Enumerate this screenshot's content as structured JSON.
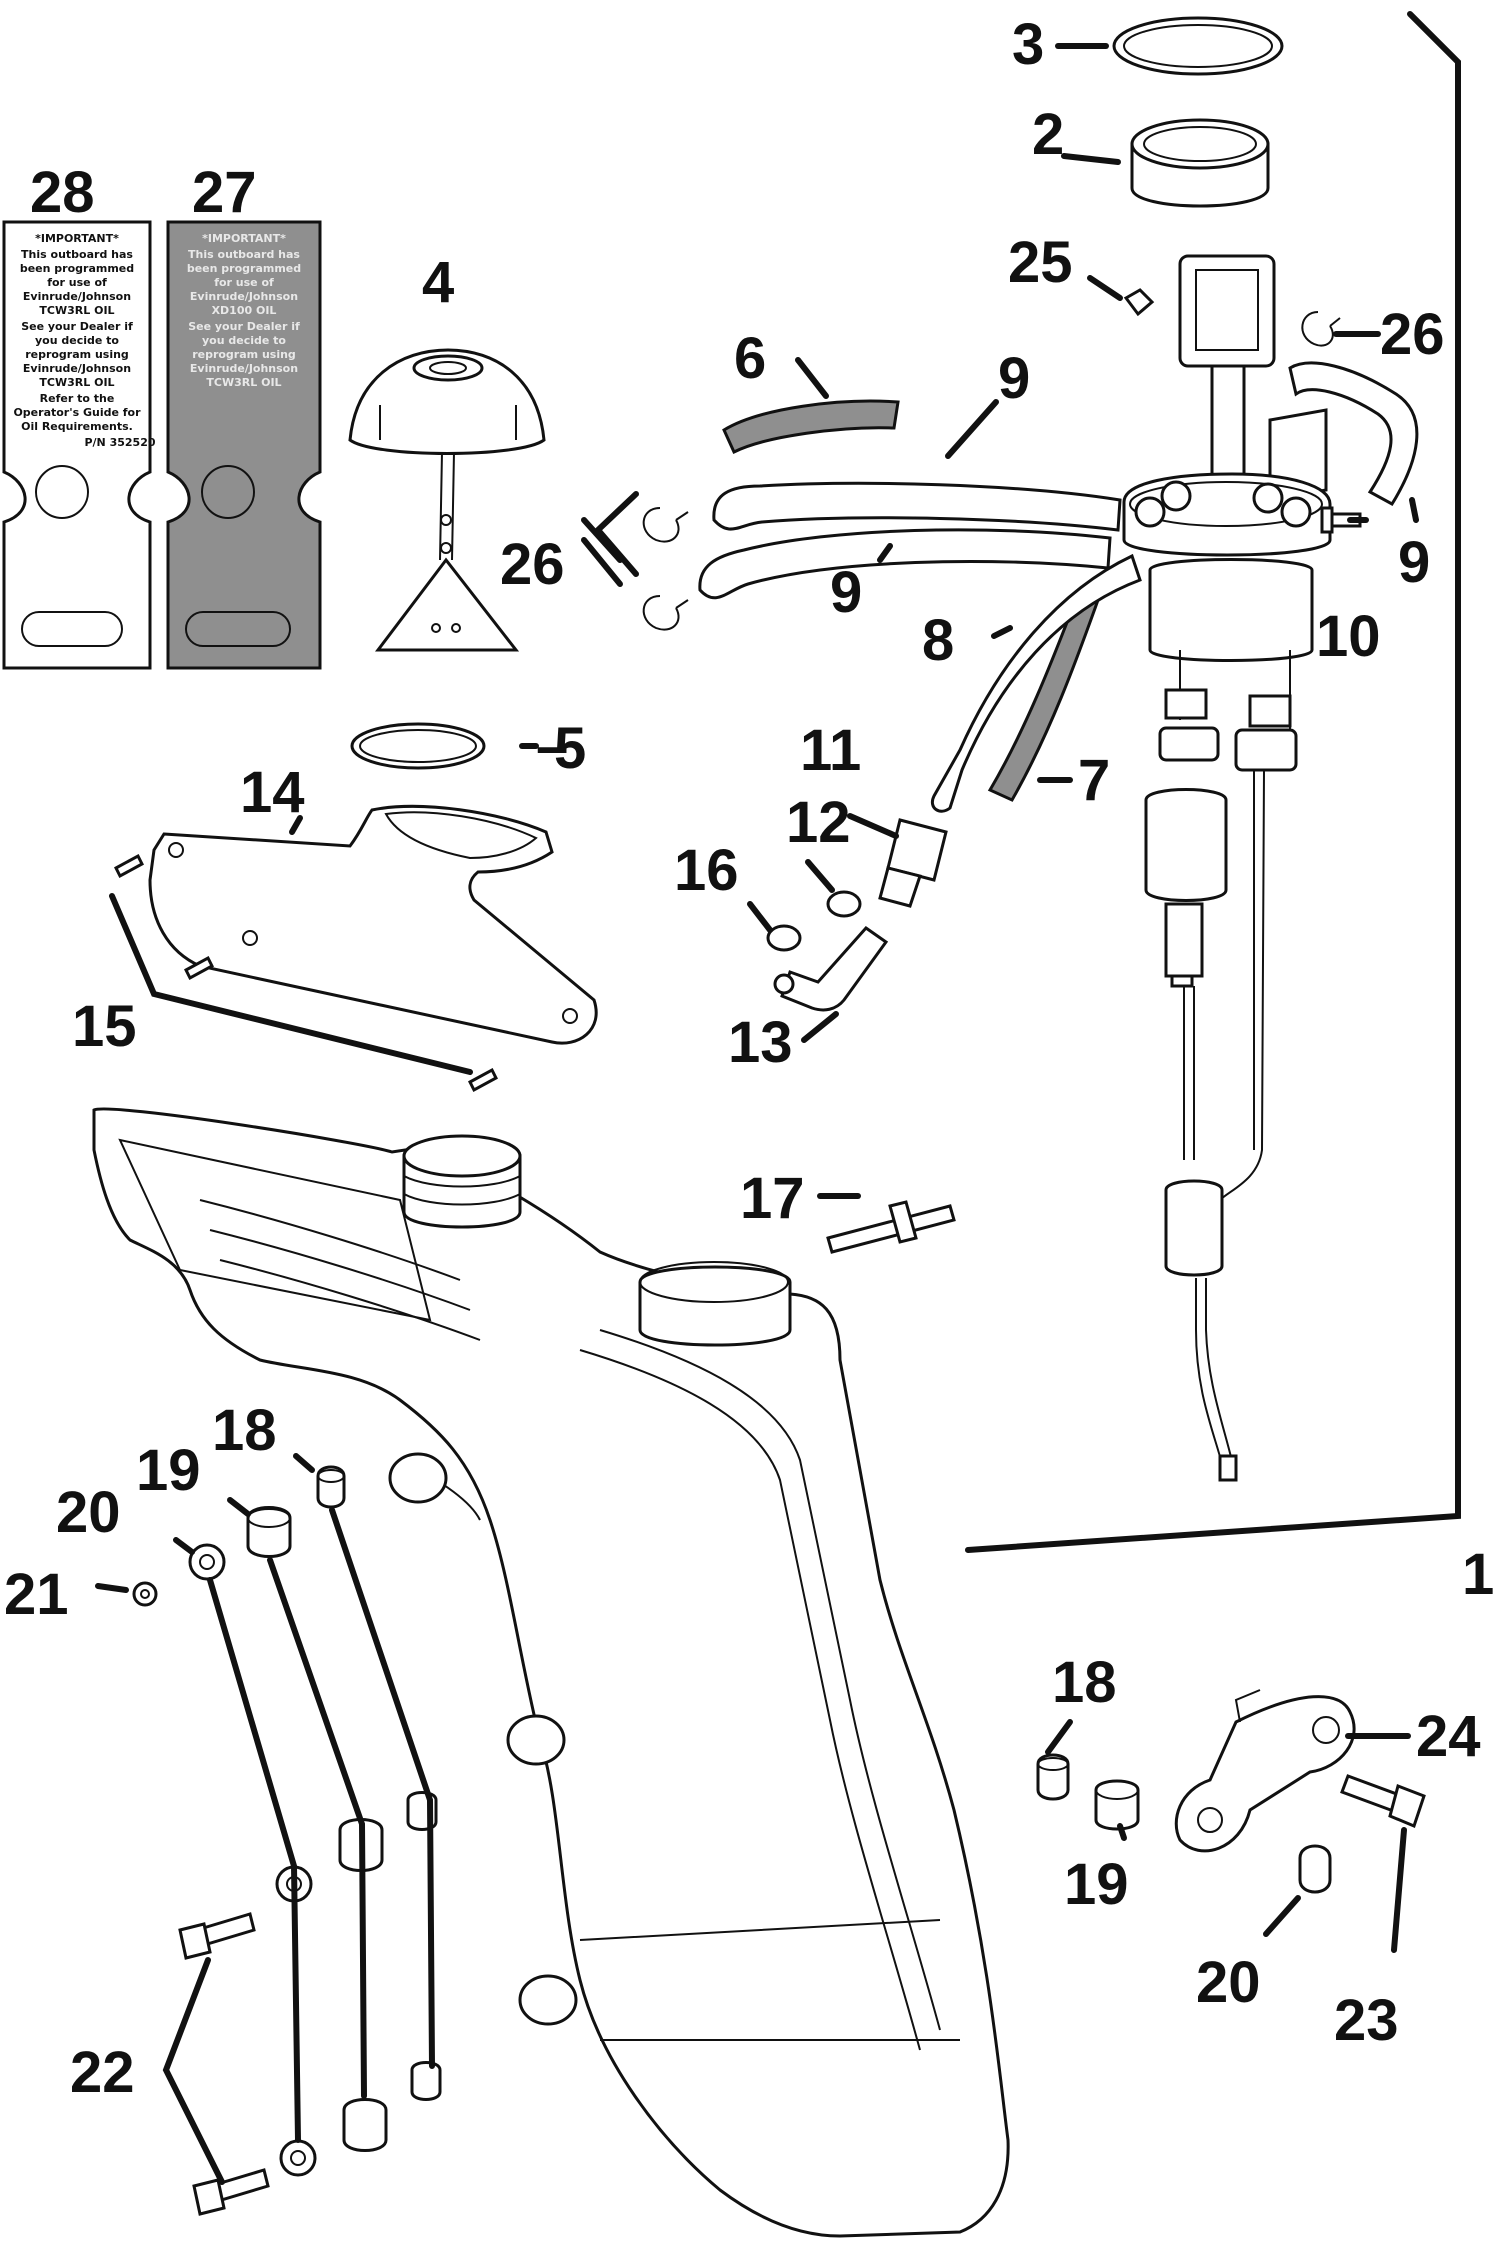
{
  "labels": {
    "l1": "1",
    "l2": "2",
    "l3": "3",
    "l4": "4",
    "l5": "5",
    "l6": "6",
    "l7": "7",
    "l8": "8",
    "l9a": "9",
    "l9b": "9",
    "l9c": "9",
    "l10": "10",
    "l11": "11",
    "l12": "12",
    "l13": "13",
    "l14": "14",
    "l15": "15",
    "l16": "16",
    "l17": "17",
    "l18a": "18",
    "l18b": "18",
    "l19a": "19",
    "l19b": "19",
    "l20a": "20",
    "l20b": "20",
    "l21": "21",
    "l22": "22",
    "l23": "23",
    "l24": "24",
    "l25": "25",
    "l26a": "26",
    "l26b": "26",
    "l27": "27",
    "l28": "28"
  },
  "decal28": {
    "heading": "*IMPORTANT*",
    "lines": [
      "This outboard has",
      "been programmed",
      "for use of",
      "Evinrude/Johnson",
      "TCW3RL OIL",
      "See your Dealer if",
      "you decide to",
      "reprogram using",
      "Evinrude/Johnson",
      "TCW3RL OIL",
      "Refer to the",
      "Operator's Guide for",
      "Oil Requirements."
    ],
    "part_no": "P/N 352520"
  },
  "decal27": {
    "heading": "*IMPORTANT*",
    "lines": [
      "This outboard has",
      "been programmed",
      "for use of",
      "Evinrude/Johnson",
      "XD100 OIL",
      "See your Dealer if",
      "you decide to",
      "reprogram using",
      "Evinrude/Johnson",
      "TCW3RL OIL"
    ]
  }
}
